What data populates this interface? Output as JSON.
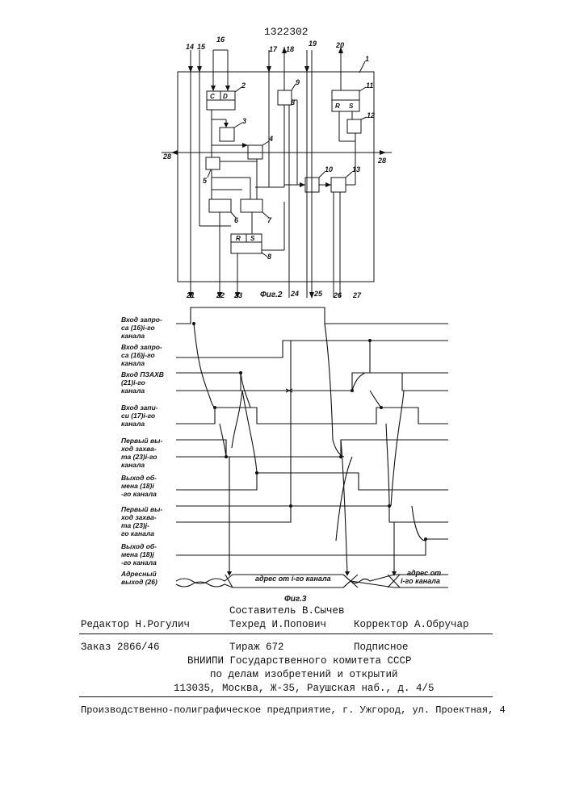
{
  "patent_number": "1322302",
  "fig2": {
    "caption": "Фиг.2",
    "ports_top": [
      "14",
      "15",
      "16",
      "17",
      "18",
      "19",
      "20"
    ],
    "ports_bottom": [
      "21",
      "22",
      "23",
      "24",
      "25",
      "26",
      "27"
    ],
    "bus_labels": [
      "28",
      "28"
    ],
    "block_numbers": [
      "1",
      "2",
      "3",
      "4",
      "5",
      "6",
      "7",
      "8",
      "9",
      "10",
      "11",
      "12",
      "13",
      "8"
    ],
    "pin_labels": [
      "C",
      "D",
      "R",
      "S",
      "R",
      "S"
    ]
  },
  "fig3": {
    "caption": "Фиг.3",
    "signals": [
      "Вход запро-\nса (16)i-го\nканала",
      "Вход запро-\nса (16)j-го\nканала",
      "Вход ПЗАХВ\n(21)i-го\nканала",
      "Вход запи-\nси (17)i-го\nканала",
      "Первый вы-\nход захва-\nта (23)i-го\nканала",
      "Выход об-\nмена (18)i\n-го канала",
      "Первый вы-\nход захва-\nта (23)j-\nго канала",
      "Выход об-\nмена (18)j\n-го канала",
      "Адресный\nвыход (26)"
    ],
    "address_text_1": "адрес от i-го канала",
    "address_text_2a": "адрес от",
    "address_text_2b": "i-го канала"
  },
  "footer": {
    "compiler": "Составитель В.Сычев",
    "editor": "Редактор Н.Рогулич",
    "techred": "Техред И.Попович",
    "corrector": "Корректор А.Обручар",
    "order": "Заказ 2866/46",
    "circulation": "Тираж 672",
    "subscription": "Подписное",
    "org_line1": "ВНИИПИ Государственного комитета СССР",
    "org_line2": "по делам изобретений и открытий",
    "address": "113035, Москва, Ж-35, Раушская наб., д. 4/5",
    "printer": "Производственно-полиграфическое предприятие, г. Ужгород, ул. Проектная, 4"
  }
}
